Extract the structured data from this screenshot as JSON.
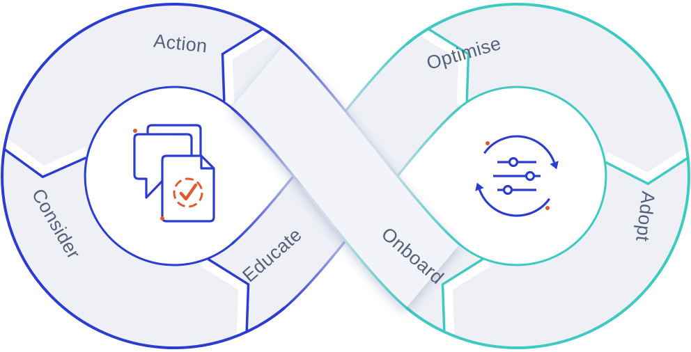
{
  "diagram": {
    "type": "infinity-loop",
    "stages": {
      "action": "Action",
      "consider": "Consider",
      "educate": "Educate",
      "optimise": "Optimise",
      "onboard": "Onboard",
      "adopt": "Adopt"
    },
    "icons": {
      "left_center": "chat-document-check-icon",
      "right_center": "cycle-sliders-icon"
    },
    "colors": {
      "left_ring_blue": "#2b3cd1",
      "right_ring_teal": "#3fc9c3",
      "band_fill": "#eef0f6",
      "band_fill_top": "#f2f4f9",
      "neutral_edge": "#d7dcea",
      "label_text": "#53627c",
      "icon_blue": "#2b3cd1",
      "accent_orange": "#e4582b",
      "background": "#ffffff"
    }
  }
}
